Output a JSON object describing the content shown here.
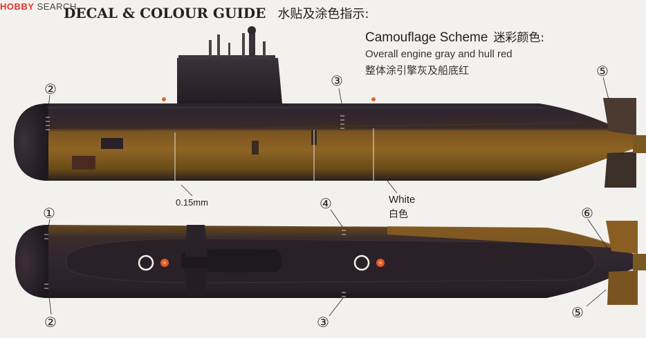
{
  "header": {
    "watermark_logo": "HOBBY",
    "watermark_search": "SEARCH",
    "title": "DECAL & COLOUR GUIDE",
    "title_cn": "水贴及涂色指示:"
  },
  "scheme": {
    "heading": "Camouflage Scheme",
    "heading_cn": "迷彩颜色:",
    "line_en": "Overall engine gray and hull red",
    "line_cn": "整体涂引擎灰及船底红"
  },
  "annotations": {
    "line_width": "0.15mm",
    "white": "White",
    "white_cn": "白色"
  },
  "callouts": {
    "c1": "①",
    "c2": "②",
    "c3": "③",
    "c4": "④",
    "c5": "⑤",
    "c6": "⑥"
  },
  "colors": {
    "engine_gray": "#2d2530",
    "hull_red": "#8a5e1e",
    "background": "#f3f1ee"
  }
}
